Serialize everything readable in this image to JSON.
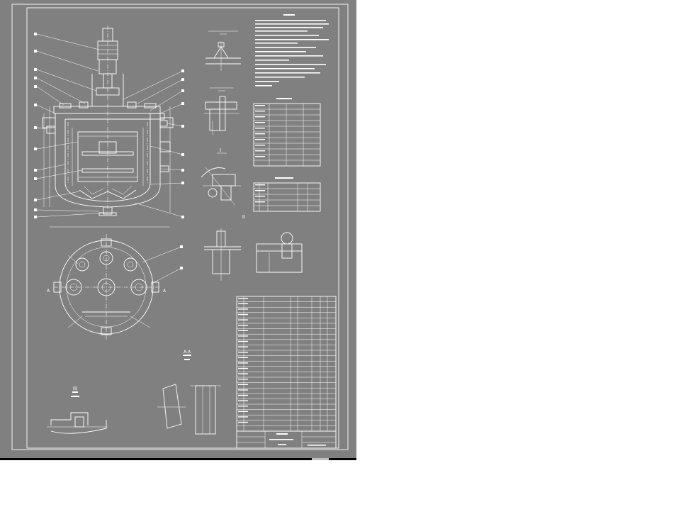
{
  "drawing": {
    "sheet_background": "#808080",
    "line_color": "#ffffff",
    "view_markers": [
      "I",
      "II",
      "III",
      "A-A"
    ],
    "section_labels": [
      "A"
    ]
  }
}
